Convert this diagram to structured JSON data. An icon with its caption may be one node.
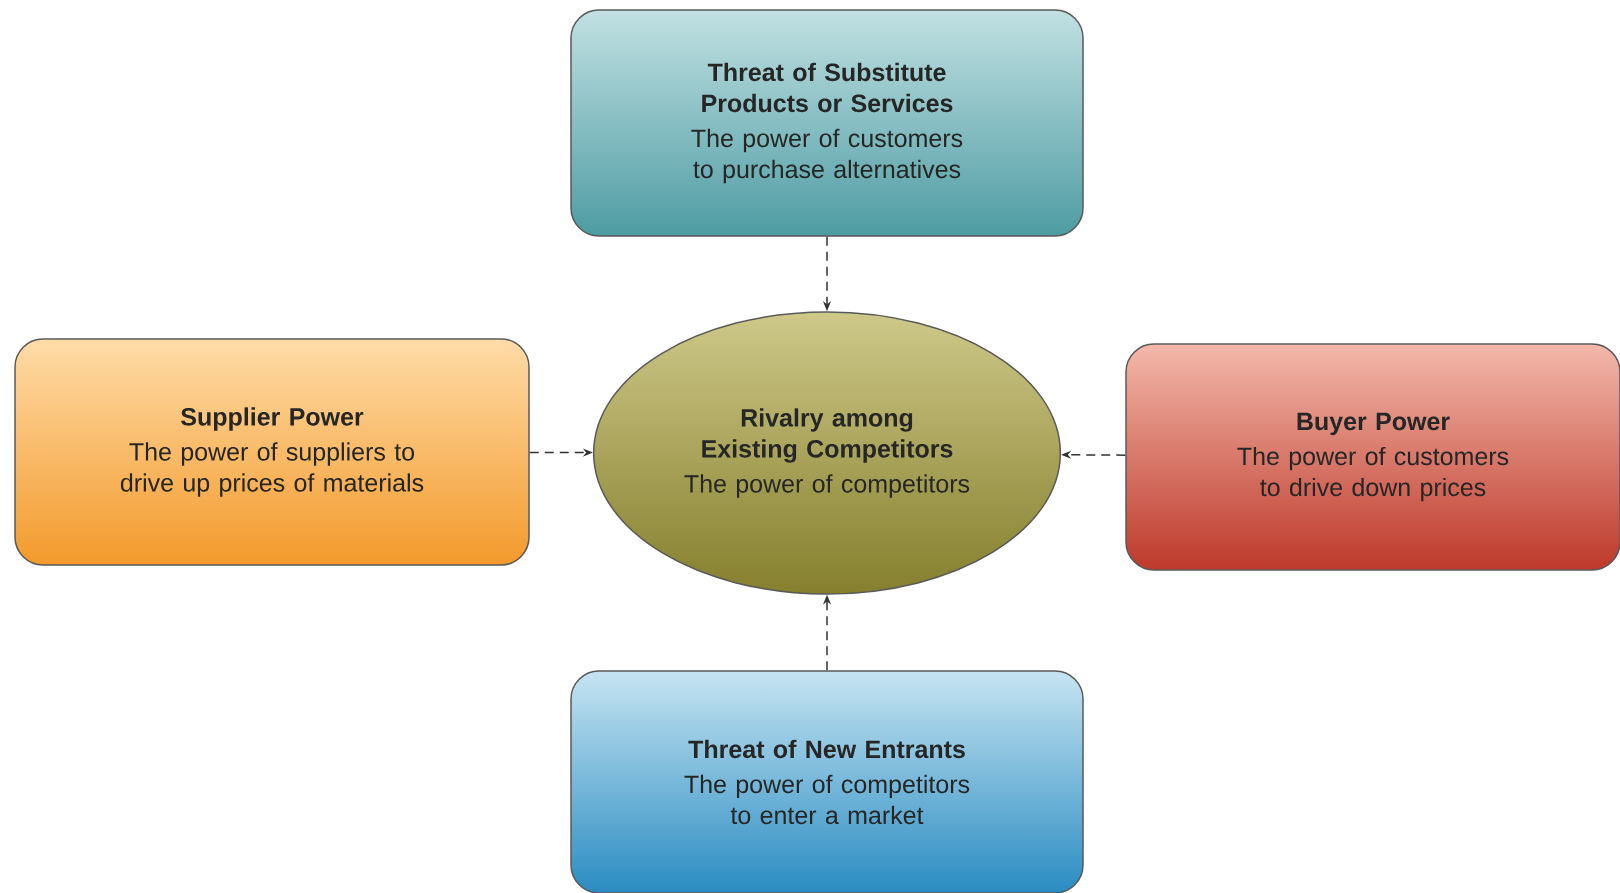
{
  "diagram": {
    "nodes": [
      {
        "text": [
          "Threat of Substitute Products or Services",
          "The power of customers to purchase alternatives"
        ]
      },
      {
        "text": [
          "Supplier Power",
          "The power of suppliers to drive up prices of materials"
        ]
      },
      {
        "text": [
          "Rivalry among Existing Competitors",
          "The power of competitors"
        ]
      },
      {
        "text": [
          "Buyer Power",
          "The power of customers to drive down prices"
        ]
      },
      {
        "text": [
          "Threat of New Entrants",
          "The power of competitors to enter a market"
        ]
      }
    ],
    "edges": [
      {
        "from": 0,
        "to": 2,
        "arrow": "to",
        "style": "dashed"
      },
      {
        "from": 1,
        "to": 2,
        "arrow": "to",
        "style": "dashed"
      },
      {
        "from": 3,
        "to": 2,
        "arrow": "to",
        "style": "dashed"
      },
      {
        "from": 4,
        "to": 2,
        "arrow": "to",
        "style": "dashed"
      }
    ]
  }
}
